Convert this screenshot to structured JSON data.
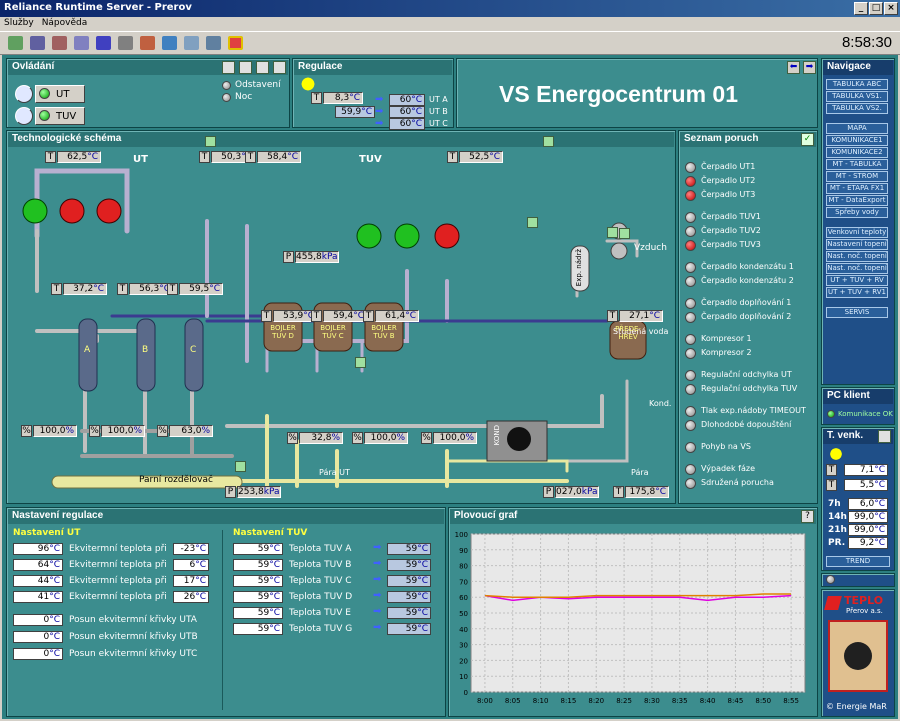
{
  "window": {
    "title": "Reliance Runtime Server - Prerov",
    "menu": [
      "Služby",
      "Nápověda"
    ],
    "clock": "8:58:30"
  },
  "ovladani": {
    "title": "Ovládání",
    "ut": "UT",
    "tuv": "TUV",
    "odstaveni": "Odstavení",
    "noc": "Noc"
  },
  "regulace": {
    "title": "Regulace",
    "t_value": "8,3",
    "unit_c": "°C",
    "p_value": "59,9",
    "rows": [
      {
        "value": "60",
        "label": "UT A"
      },
      {
        "value": "60",
        "label": "UT B"
      },
      {
        "value": "60",
        "label": "UT C"
      }
    ]
  },
  "header": {
    "title": "VS Energocentrum 01"
  },
  "schema": {
    "title": "Technologické schéma",
    "labels": {
      "ut": "UT",
      "tuv": "TUV",
      "vzduch": "Vzduch",
      "studena": "Studená voda",
      "kond": "Kond.",
      "para_ut": "Pára UT",
      "para": "Pára",
      "parni": "Parní rozdělovač",
      "exp": "Exp. nádrž",
      "kond_box": "KOND",
      "predehrev": "PŘEDE-HŘEV",
      "boiler_d": "BOJLER TUV D",
      "boiler_c": "BOJLER TUV C",
      "boiler_b": "BOJLER TUV B"
    },
    "values": {
      "t1": "62,5",
      "t2": "50,3",
      "t3": "58,4",
      "t4": "52,5",
      "t5": "37,2",
      "t6": "56,3",
      "t7": "59,5",
      "p1": "455,8",
      "t8": "53,9",
      "t9": "59,4",
      "t10": "61,4",
      "t11": "27,1",
      "v1": "100,0",
      "v2": "100,0",
      "v3": "63,0",
      "v4": "32,8",
      "v5": "100,0",
      "v6": "100,0",
      "p2": "253,8",
      "p3": "027,0",
      "t12": "175,8"
    },
    "units": {
      "c": "°C",
      "kpa": "kPa",
      "pct": "%"
    },
    "exchangers": [
      "A",
      "B",
      "C"
    ]
  },
  "poruchy": {
    "title": "Seznam poruch",
    "items": [
      {
        "label": "Čerpadlo UT1",
        "state": "off"
      },
      {
        "label": "Čerpadlo UT2",
        "state": "alarm"
      },
      {
        "label": "Čerpadlo UT3",
        "state": "alarm"
      },
      {
        "label": "Čerpadlo TUV1",
        "state": "off"
      },
      {
        "label": "Čerpadlo TUV2",
        "state": "off"
      },
      {
        "label": "Čerpadlo TUV3",
        "state": "alarm"
      },
      {
        "label": "Čerpadlo kondenzátu 1",
        "state": "off"
      },
      {
        "label": "Čerpadlo kondenzátu 2",
        "state": "off"
      },
      {
        "label": "Čerpadlo doplňování 1",
        "state": "off"
      },
      {
        "label": "Čerpadlo doplňování 2",
        "state": "off"
      },
      {
        "label": "Kompresor 1",
        "state": "off"
      },
      {
        "label": "Kompresor 2",
        "state": "off"
      },
      {
        "label": "Regulační odchylka UT",
        "state": "off"
      },
      {
        "label": "Regulační odchylka TUV",
        "state": "off"
      },
      {
        "label": "Tlak exp.nádoby TIMEOUT",
        "state": "off"
      },
      {
        "label": "Dlohodobé dopouštění",
        "state": "off"
      },
      {
        "label": "Pohyb na VS",
        "state": "off"
      },
      {
        "label": "Výpadek fáze",
        "state": "off"
      },
      {
        "label": "Sdružená porucha",
        "state": "off"
      }
    ]
  },
  "navigace": {
    "title": "Navigace",
    "items": [
      "TABULKA ABC",
      "TABULKA VS1.",
      "TABULKA VS2.",
      "MAPA",
      "KOMUNIKACE1",
      "KOMUNIKACE2",
      "MT - TABULKA",
      "MT - STROM",
      "MT - ETAPA FX1",
      "MT - DataExport",
      "Spřeby vody",
      "Venkovní teploty",
      "Nastavení topení",
      "Nast. noč. topení",
      "Nast. noč. topení",
      "UT + TUV + RV",
      "UT + TUV + RV1",
      "SERVIS"
    ]
  },
  "pc": {
    "title": "PC klient",
    "status": "Komunikace OK"
  },
  "tvenk": {
    "title": "T. venk.",
    "t1": "7,1",
    "t2": "5,5",
    "rows": [
      {
        "label": "7h",
        "value": "6,0"
      },
      {
        "label": "14h",
        "value": "99,0"
      },
      {
        "label": "21h",
        "value": "99,0"
      },
      {
        "label": "PR.",
        "value": "9,2"
      }
    ],
    "trend": "TREND"
  },
  "logo": {
    "company": "TEPLO",
    "sub": "Přerov a.s.",
    "footer": "© Energie MaR"
  },
  "nastaveni": {
    "title": "Nastavení regulace",
    "ut_title": "Nastavení UT",
    "tuv_title": "Nastavení TUV",
    "ut_rows": [
      {
        "v1": "96",
        "label": "Ekvitermní teplota při",
        "v2": "-23"
      },
      {
        "v1": "64",
        "label": "Ekvitermní teplota při",
        "v2": "6"
      },
      {
        "v1": "44",
        "label": "Ekvitermní teplota při",
        "v2": "17"
      },
      {
        "v1": "41",
        "label": "Ekvitermní teplota při",
        "v2": "26"
      }
    ],
    "posun": [
      {
        "v": "0",
        "label": "Posun ekvitermní křivky UTA"
      },
      {
        "v": "0",
        "label": "Posun ekvitermní křivky UTB"
      },
      {
        "v": "0",
        "label": "Posun ekvitermní křivky UTC"
      }
    ],
    "tuv_rows": [
      {
        "v1": "59",
        "label": "Teplota TUV A",
        "v2": "59"
      },
      {
        "v1": "59",
        "label": "Teplota TUV B",
        "v2": "59"
      },
      {
        "v1": "59",
        "label": "Teplota TUV C",
        "v2": "59"
      },
      {
        "v1": "59",
        "label": "Teplota TUV D",
        "v2": "59"
      },
      {
        "v1": "59",
        "label": "Teplota TUV E",
        "v2": "59"
      },
      {
        "v1": "59",
        "label": "Teplota TUV G",
        "v2": "59"
      }
    ]
  },
  "graf": {
    "title": "Plovoucí graf",
    "help": "?"
  },
  "chart_data": {
    "type": "line",
    "title": "Plovoucí graf",
    "ylim": [
      0,
      100
    ],
    "yticks": [
      0,
      10,
      20,
      30,
      40,
      50,
      60,
      70,
      80,
      90,
      100
    ],
    "x": [
      "8:00",
      "8:05",
      "8:10",
      "8:15",
      "8:20",
      "8:25",
      "8:30",
      "8:35",
      "8:40",
      "8:45",
      "8:50",
      "8:55"
    ],
    "series": [
      {
        "color": "#e000e0",
        "values": [
          61,
          58,
          60,
          59,
          60,
          60,
          60,
          60,
          58,
          60,
          60,
          61
        ]
      },
      {
        "color": "#e08000",
        "values": [
          61,
          60,
          60,
          60,
          61,
          61,
          61,
          61,
          61,
          61,
          62,
          62
        ]
      }
    ]
  }
}
